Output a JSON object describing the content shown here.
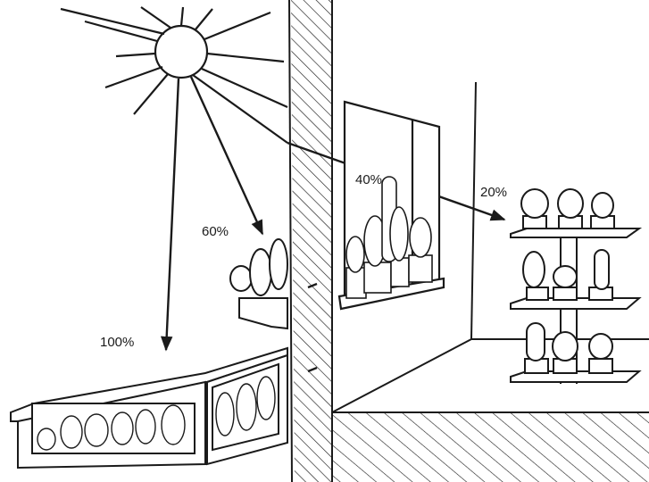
{
  "labels": {
    "outdoor": "100%",
    "window_box": "60%",
    "windowsill": "40%",
    "room_shelf": "20%"
  }
}
